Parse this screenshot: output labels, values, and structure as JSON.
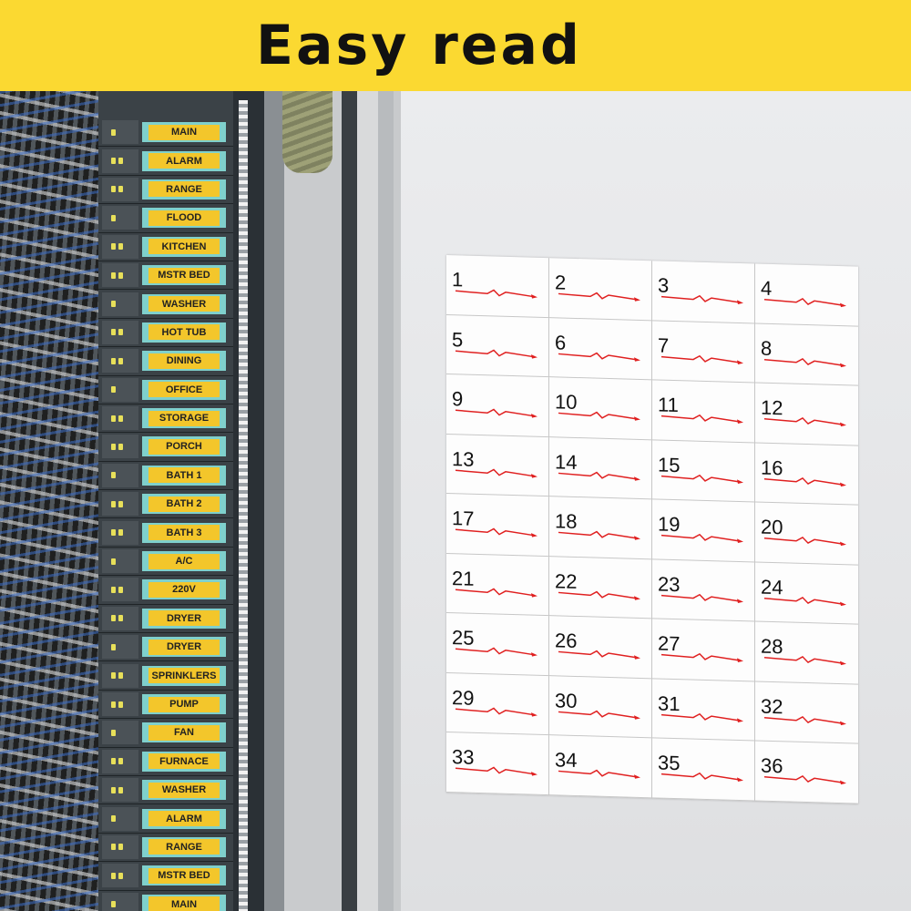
{
  "banner": {
    "title": "Easy read"
  },
  "colors": {
    "banner_yellow": "#fbd931",
    "label_yellow": "#f3c62b",
    "label_teal": "#7fd0cc",
    "bolt_red": "#e02020"
  },
  "breaker_labels": [
    "MAIN",
    "ALARM",
    "RANGE",
    "FLOOD",
    "KITCHEN",
    "MSTR BED",
    "WASHER",
    "HOT TUB",
    "DINING",
    "OFFICE",
    "STORAGE",
    "PORCH",
    "BATH 1",
    "BATH 2",
    "BATH 3",
    "A/C",
    "220V",
    "DRYER",
    "DRYER",
    "SPRINKLERS",
    "PUMP",
    "FAN",
    "FURNACE",
    "WASHER",
    "ALARM",
    "RANGE",
    "MSTR BED",
    "MAIN"
  ],
  "sheet_numbers": [
    "1",
    "2",
    "3",
    "4",
    "5",
    "6",
    "7",
    "8",
    "9",
    "10",
    "11",
    "12",
    "13",
    "14",
    "15",
    "16",
    "17",
    "18",
    "19",
    "20",
    "21",
    "22",
    "23",
    "24",
    "25",
    "26",
    "27",
    "28",
    "29",
    "30",
    "31",
    "32",
    "33",
    "34",
    "35",
    "36"
  ],
  "icons": {
    "cell_mark": "lightning-bolt-icon"
  }
}
